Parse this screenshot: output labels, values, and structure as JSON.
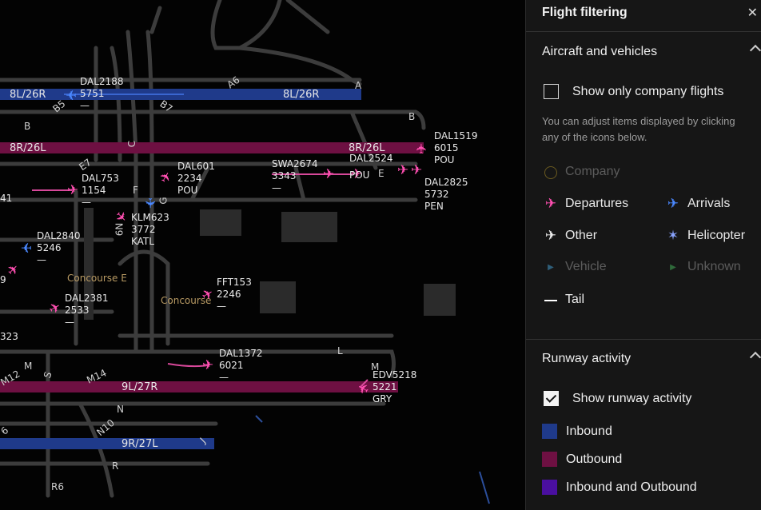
{
  "map": {
    "runways": [
      {
        "id": "8L/26R",
        "label_left": "8L/26R",
        "label_right": "8L/26R"
      },
      {
        "id": "8R/26L",
        "label_left": "8R/26L",
        "label_right": "8R/26L"
      },
      {
        "id": "9L/27R",
        "label": "9L/27R"
      },
      {
        "id": "9R/27L",
        "label": "9R/27L"
      }
    ],
    "taxiway_labels": [
      "A6",
      "A",
      "B5",
      "B7",
      "B",
      "B",
      "C",
      "E7",
      "F",
      "G",
      "N9",
      "E",
      "L",
      "M",
      "M",
      "M12",
      "S",
      "M14",
      "N",
      "N10",
      "J",
      "6",
      "R",
      "R6"
    ],
    "concourses": [
      "Concourse E",
      "Concourse"
    ],
    "flights": [
      {
        "callsign": "DAL2188",
        "number": "5751",
        "dest": "—"
      },
      {
        "callsign": "DAL1519",
        "number": "6015",
        "dest": "POU"
      },
      {
        "callsign": "DAL2524",
        "number": "",
        "dest": "POU"
      },
      {
        "callsign": "DAL2825",
        "number": "5732",
        "dest": "PEN"
      },
      {
        "callsign": "SWA2674",
        "number": "3343",
        "dest": "—"
      },
      {
        "callsign": "DAL601",
        "number": "2234",
        "dest": "POU"
      },
      {
        "callsign": "DAL753",
        "number": "1154",
        "dest": "—"
      },
      {
        "callsign": "KLM623",
        "number": "3772",
        "dest": "KATL"
      },
      {
        "callsign": "DAL2840",
        "number": "5246",
        "dest": "—"
      },
      {
        "callsign": "FFT153",
        "number": "2246",
        "dest": "—"
      },
      {
        "callsign": "DAL2381",
        "number": "2533",
        "dest": "—"
      },
      {
        "callsign": "DAL1372",
        "number": "6021",
        "dest": "—"
      },
      {
        "callsign": "EDV5218",
        "number": "5221",
        "dest": "GRY"
      }
    ],
    "edge_fragments": [
      "41",
      "9",
      "323"
    ]
  },
  "panel": {
    "title": "Flight filtering",
    "close_icon": "close-icon",
    "aircraft_section": {
      "title": "Aircraft and vehicles",
      "company_only_label": "Show only company flights",
      "company_only_checked": false,
      "hint": "You can adjust items displayed by clicking any of the icons below.",
      "items": [
        {
          "key": "company",
          "label": "Company",
          "icon": "circle-icon",
          "enabled": false
        },
        {
          "key": "departures",
          "label": "Departures",
          "icon": "plane-departure-icon",
          "enabled": true,
          "color": "#ff4fb1"
        },
        {
          "key": "arrivals",
          "label": "Arrivals",
          "icon": "plane-arrival-icon",
          "enabled": true,
          "color": "#4a88ff"
        },
        {
          "key": "other",
          "label": "Other",
          "icon": "plane-other-icon",
          "enabled": true,
          "color": "#eeeeee"
        },
        {
          "key": "helicopter",
          "label": "Helicopter",
          "icon": "helicopter-icon",
          "enabled": true,
          "color": "#8aa4ff"
        },
        {
          "key": "vehicle",
          "label": "Vehicle",
          "icon": "vehicle-icon",
          "enabled": false
        },
        {
          "key": "unknown",
          "label": "Unknown",
          "icon": "unknown-icon",
          "enabled": false
        },
        {
          "key": "tail",
          "label": "Tail",
          "icon": "tail-icon",
          "enabled": true
        }
      ]
    },
    "runway_section": {
      "title": "Runway activity",
      "show_label": "Show runway activity",
      "show_checked": true,
      "legend": [
        {
          "label": "Inbound",
          "color": "#1f3a8a"
        },
        {
          "label": "Outbound",
          "color": "#6e1042"
        },
        {
          "label": "Inbound and Outbound",
          "color": "#4a0fa0"
        }
      ]
    }
  },
  "colors": {
    "departure": "#ff4fb1",
    "arrival": "#4a88ff",
    "runway_inbound": "#1f3a8a",
    "runway_outbound": "#6e1042",
    "taxiway": "#3a3a3a"
  }
}
